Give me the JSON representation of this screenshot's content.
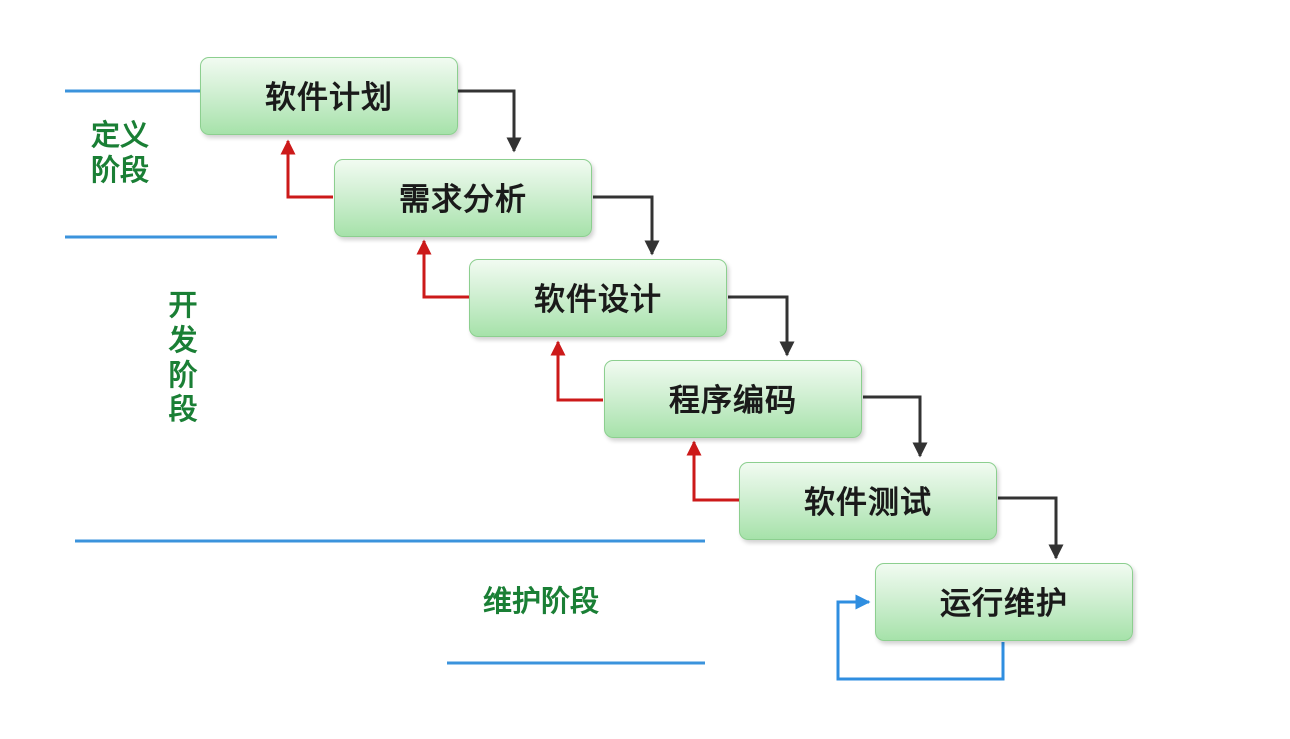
{
  "phases": {
    "definition": "定义阶段",
    "development": "开发阶段",
    "maintenance": "维护阶段"
  },
  "stages": [
    {
      "label": "软件计划"
    },
    {
      "label": "需求分析"
    },
    {
      "label": "软件设计"
    },
    {
      "label": "程序编码"
    },
    {
      "label": "软件测试"
    },
    {
      "label": "运行维护"
    }
  ],
  "colors": {
    "forward_arrow": "#333333",
    "feedback_arrow": "#cc1a1a",
    "maintenance_loop": "#2f8ee0",
    "phase_divider": "#3b93dc",
    "phase_text": "#1a7f35",
    "annotation_ink": "#e01616"
  }
}
